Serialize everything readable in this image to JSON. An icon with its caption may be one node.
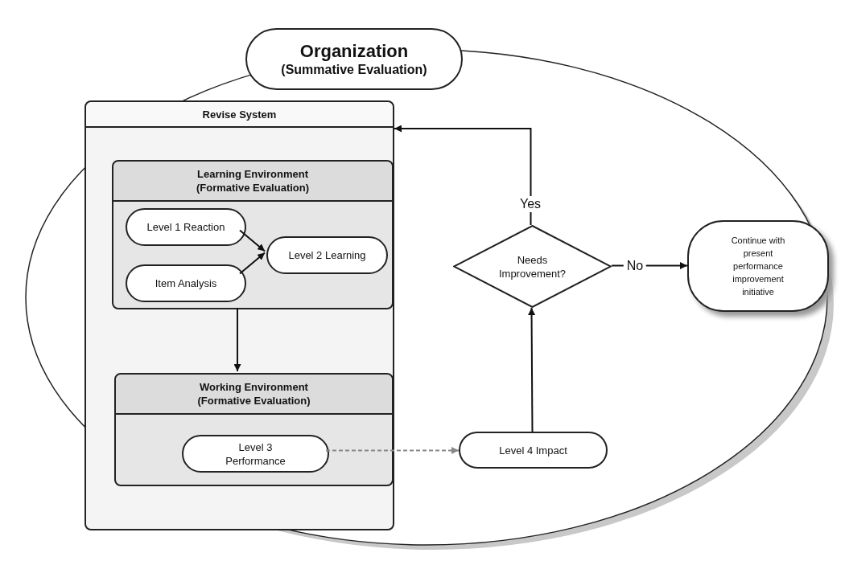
{
  "diagram": {
    "nodes": [
      {
        "text": [
          "Organization",
          "(Summative Evaluation)"
        ]
      },
      {
        "text": [
          "Revise System"
        ]
      },
      {
        "text": [
          "Learning Environment (Formative Evaluation)"
        ],
        "in": 1
      },
      {
        "text": [
          "Level 1 Reaction"
        ],
        "in": 2
      },
      {
        "text": [
          "Item Analysis"
        ],
        "in": 2
      },
      {
        "text": [
          "Level 2 Learning"
        ],
        "in": 2
      },
      {
        "text": [
          "Working Environment (Formative Evaluation)"
        ],
        "in": 1
      },
      {
        "text": [
          "Level 3 Performance"
        ],
        "in": 6
      },
      {
        "text": [
          "Level 4 Impact"
        ]
      },
      {
        "text": [
          "Needs Improvement?"
        ]
      },
      {
        "text": [
          "Continue with present performance improvement initiative"
        ]
      }
    ],
    "edges": [
      {
        "from": 3,
        "to": 5,
        "arrow": "to"
      },
      {
        "from": 4,
        "to": 5,
        "arrow": "to"
      },
      {
        "from": 2,
        "to": 6,
        "arrow": "to"
      },
      {
        "from": 7,
        "to": 8,
        "arrow": "to",
        "style": "dashed",
        "color": "#888888"
      },
      {
        "from": 8,
        "to": 9,
        "arrow": "to"
      },
      {
        "from": 9,
        "to": 1,
        "arrow": "to",
        "label": "Yes"
      },
      {
        "from": 9,
        "to": 10,
        "arrow": "to",
        "label": "No"
      }
    ]
  }
}
